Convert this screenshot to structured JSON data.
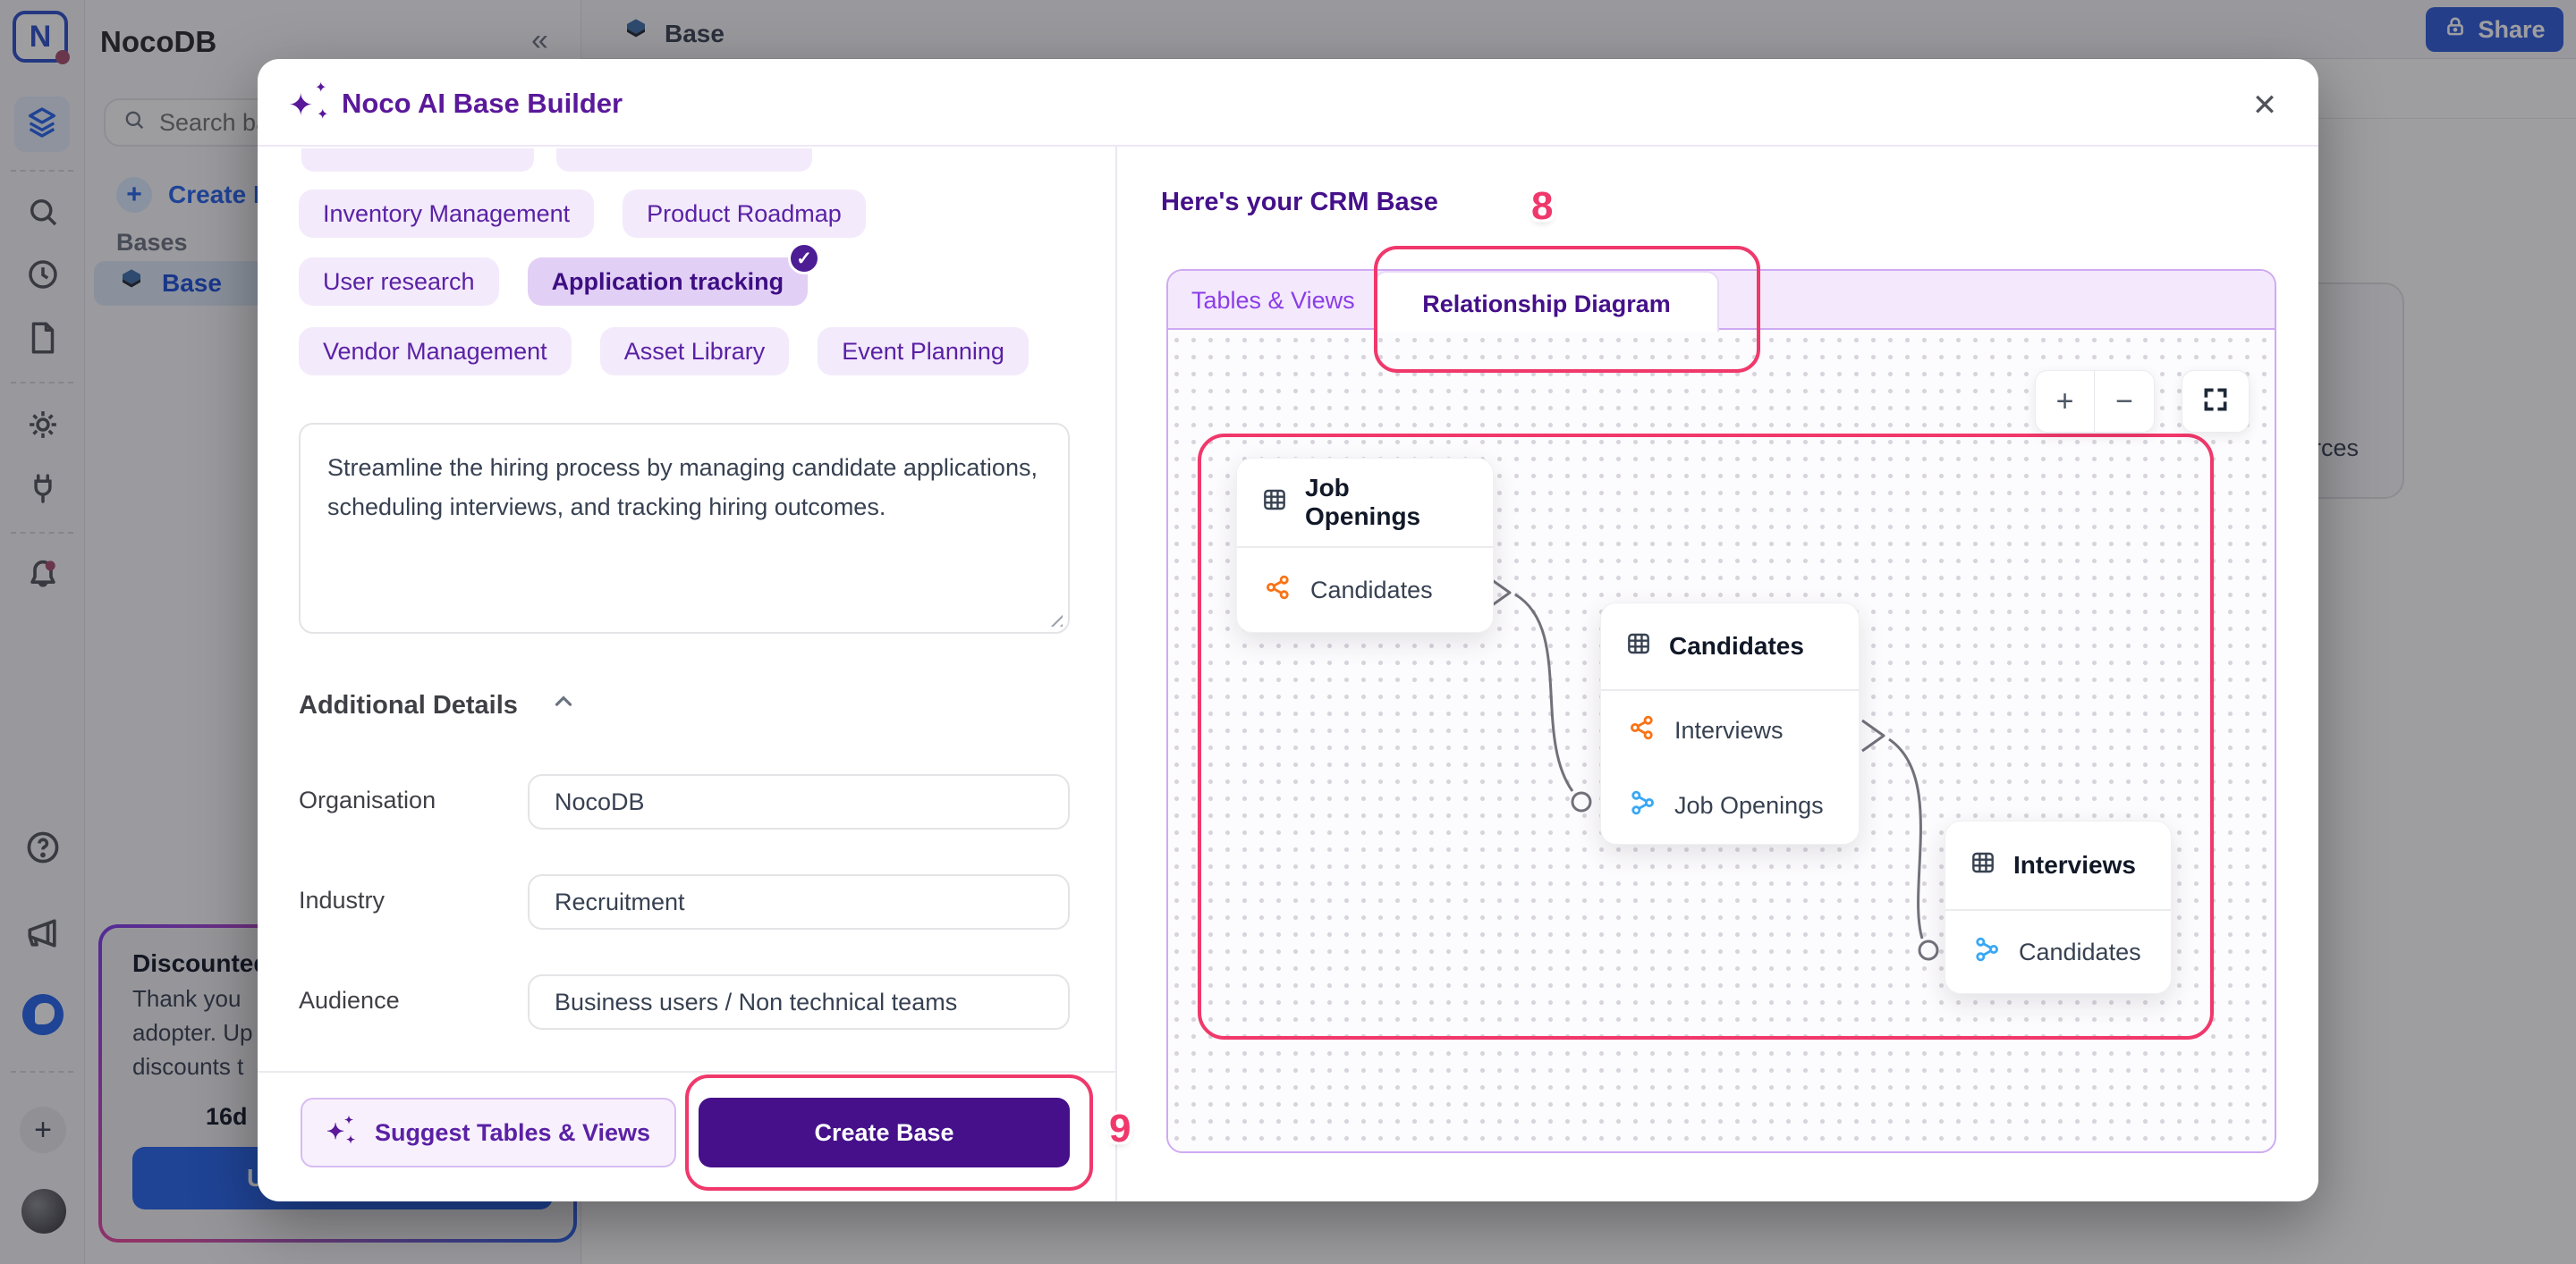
{
  "topbar": {
    "base_tab": "Base",
    "share_label": "Share"
  },
  "sidebar": {
    "app_title": "NocoDB",
    "collapse_icon": "«",
    "search_placeholder": "Search ba",
    "create_base_label": "Create Base",
    "bases_label": "Bases",
    "base_item_label": "Base"
  },
  "promo": {
    "title": "Discounted",
    "lines": [
      "Thank you",
      "adopter. Up",
      "discounts t"
    ],
    "age": "16d",
    "button_label": "U"
  },
  "background": {
    "partial_card_text": "rces"
  },
  "modal": {
    "title": "Noco AI Base Builder",
    "close_icon": "✕",
    "chip_rows": [
      [
        "Inventory Management",
        "Product Roadmap"
      ],
      [
        "User research",
        "Application tracking"
      ],
      [
        "Vendor Management",
        "Asset Library",
        "Event Planning"
      ]
    ],
    "selected_chip": "Application tracking",
    "check_icon": "✓",
    "description": "Streamline the hiring process by managing candidate applications, scheduling interviews, and tracking hiring outcomes.",
    "additional_details_label": "Additional Details",
    "fields": [
      {
        "label": "Organisation",
        "value": "NocoDB"
      },
      {
        "label": "Industry",
        "value": "Recruitment"
      },
      {
        "label": "Audience",
        "value": "Business users / Non technical teams"
      }
    ],
    "suggest_button_label": "Suggest Tables & Views",
    "create_button_label": "Create Base",
    "right": {
      "heading": "Here's your CRM Base",
      "tab_inactive": "Tables & Views",
      "tab_active": "Relationship Diagram",
      "zoom_in": "+",
      "zoom_out": "−",
      "nodes": [
        {
          "title": "Job Openings",
          "rows": [
            {
              "label": "Candidates",
              "color": "orange"
            }
          ]
        },
        {
          "title": "Candidates",
          "rows": [
            {
              "label": "Interviews",
              "color": "orange"
            },
            {
              "label": "Job Openings",
              "color": "blue"
            }
          ]
        },
        {
          "title": "Interviews",
          "rows": [
            {
              "label": "Candidates",
              "color": "blue"
            }
          ]
        }
      ]
    }
  },
  "annotations": {
    "step8": "8",
    "step9": "9"
  },
  "colors": {
    "accent_purple": "#5A189A",
    "deep_purple": "#45108A",
    "annotation_red": "#F0386B",
    "share_blue": "#2D5BD7",
    "relation_orange": "#F97316",
    "relation_blue": "#38A7F5"
  }
}
